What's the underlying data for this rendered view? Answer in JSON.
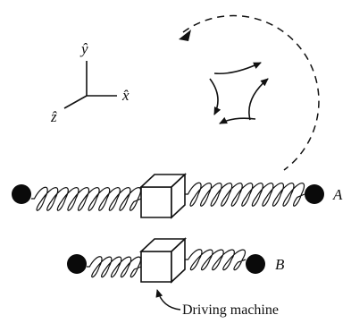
{
  "axes": {
    "y_label": "ŷ",
    "x_label": "x̂",
    "z_label": "ẑ"
  },
  "systems": [
    {
      "label": "A"
    },
    {
      "label": "B"
    }
  ],
  "annotation": {
    "driving_machine": "Driving machine"
  },
  "colors": {
    "ink": "#111111",
    "block_fill": "#ffffff",
    "mass": "#0a0a0a"
  }
}
